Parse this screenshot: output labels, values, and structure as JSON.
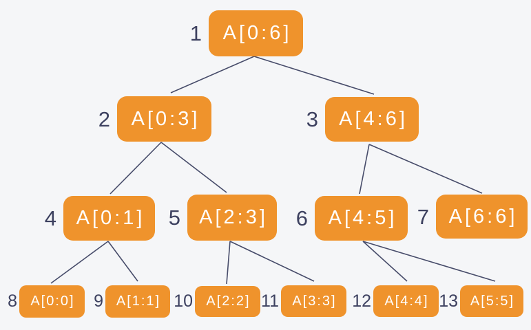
{
  "diagram": {
    "kind": "binary-recursion-tree"
  },
  "colors": {
    "node_fill": "#EF932C",
    "node_text": "#FFFFFF",
    "number_text": "#3D4160",
    "edge": "#474C6A",
    "background": "#F5F6F8"
  },
  "nodes": [
    {
      "num": "1",
      "label": "A[0:6]"
    },
    {
      "num": "2",
      "label": "A[0:3]"
    },
    {
      "num": "3",
      "label": "A[4:6]"
    },
    {
      "num": "4",
      "label": "A[0:1]"
    },
    {
      "num": "5",
      "label": "A[2:3]"
    },
    {
      "num": "6",
      "label": "A[4:5]"
    },
    {
      "num": "7",
      "label": "A[6:6]"
    },
    {
      "num": "8",
      "label": "A[0:0]"
    },
    {
      "num": "9",
      "label": "A[1:1]"
    },
    {
      "num": "10",
      "label": "A[2:2]"
    },
    {
      "num": "11",
      "label": "A[3:3]"
    },
    {
      "num": "12",
      "label": "A[4:4]"
    },
    {
      "num": "13",
      "label": "A[5:5]"
    }
  ],
  "edges": [
    {
      "from": "1",
      "to": "2"
    },
    {
      "from": "1",
      "to": "3"
    },
    {
      "from": "2",
      "to": "4"
    },
    {
      "from": "2",
      "to": "5"
    },
    {
      "from": "3",
      "to": "6"
    },
    {
      "from": "3",
      "to": "7"
    },
    {
      "from": "4",
      "to": "8"
    },
    {
      "from": "4",
      "to": "9"
    },
    {
      "from": "5",
      "to": "10"
    },
    {
      "from": "5",
      "to": "11"
    },
    {
      "from": "6",
      "to": "12"
    },
    {
      "from": "6",
      "to": "13"
    }
  ]
}
